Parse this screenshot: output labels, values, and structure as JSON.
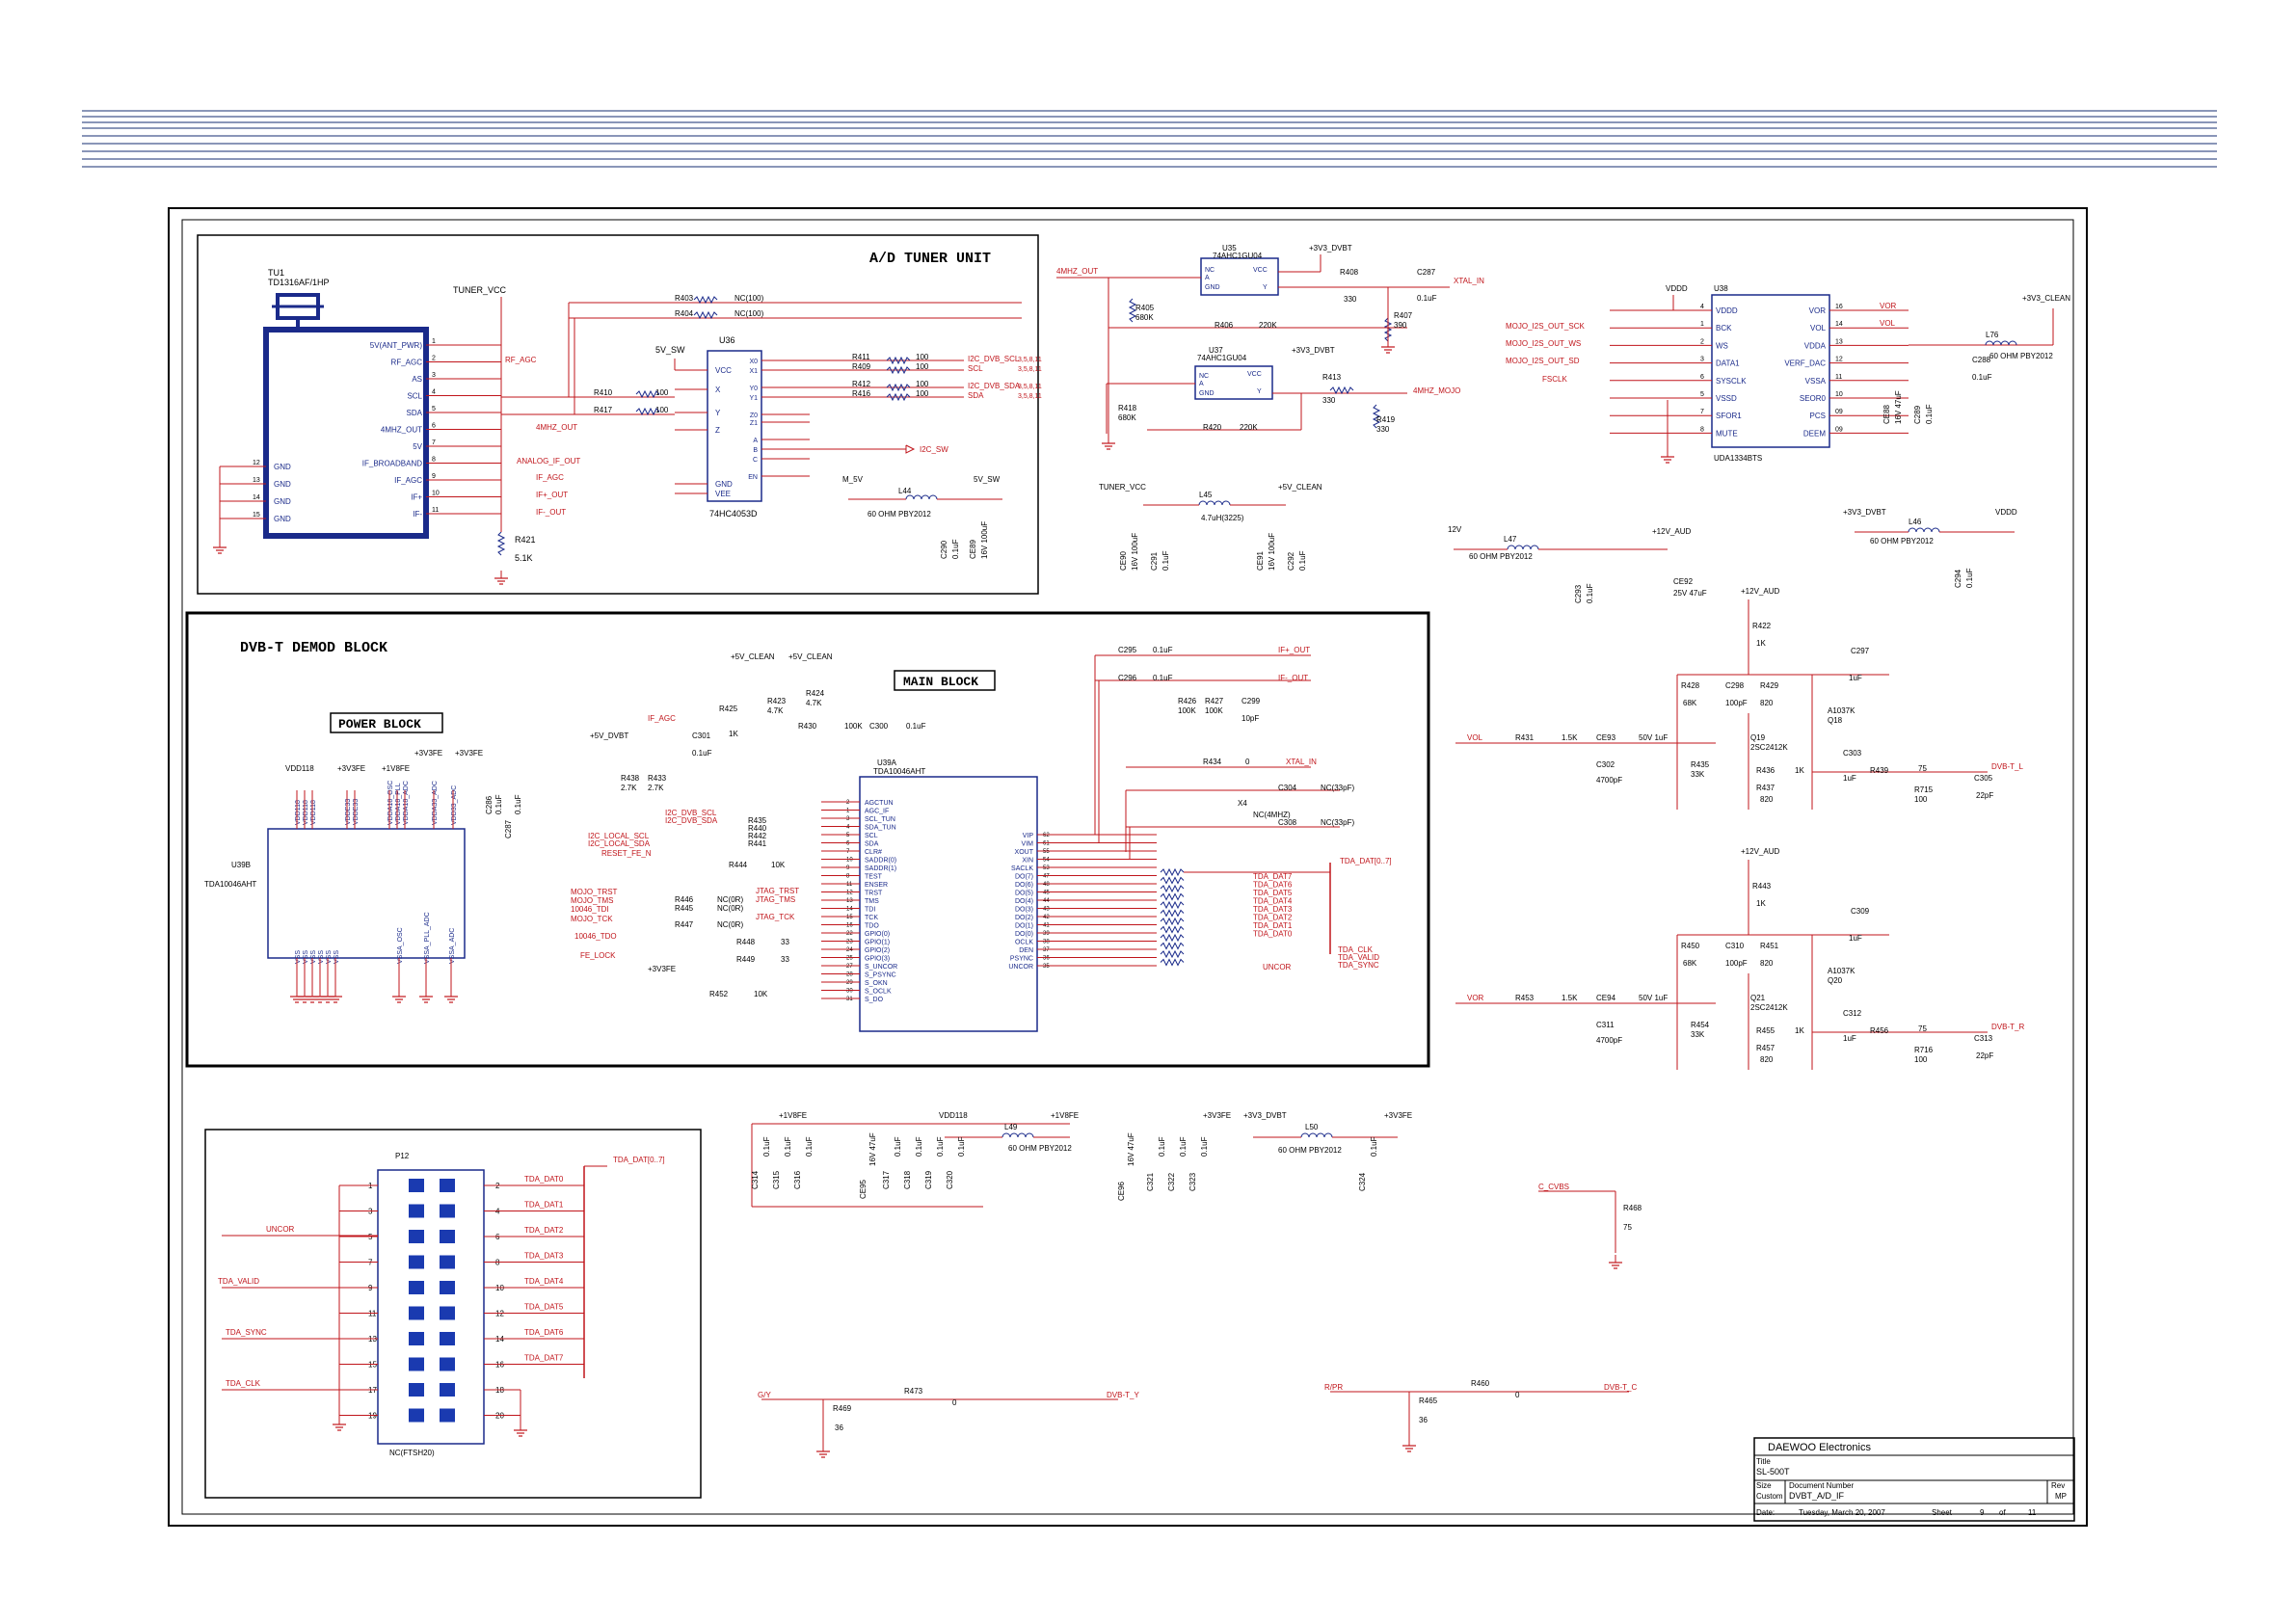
{
  "blocks": {
    "tuner": "A/D TUNER UNIT",
    "demod": "DVB-T DEMOD BLOCK",
    "power": "POWER BLOCK",
    "main": "MAIN BLOCK"
  },
  "colors": {
    "wire": "#c0151b",
    "part": "#1a2a8a",
    "text": "#000000",
    "frame": "#000000"
  },
  "tuner": {
    "ref": "TU1",
    "part": "TD1316AF/1HP",
    "pins_left": [
      "5V(ANT_PWR)",
      "RF_AGC",
      "AS",
      "SCL",
      "SDA",
      "4MHZ_OUT",
      "5V",
      "IF_BROADBAND",
      "IF_AGC",
      "IF+",
      "IF-"
    ],
    "pin_numbers_left": [
      "1",
      "2",
      "3",
      "4",
      "5",
      "6",
      "7",
      "8",
      "9",
      "10",
      "11"
    ],
    "gnd_pins": [
      "GND",
      "GND",
      "GND",
      "GND"
    ],
    "gnd_numbers": [
      "12",
      "13",
      "14",
      "15"
    ],
    "nets": [
      "RF_AGC",
      "4MHZ_OUT",
      "ANALOG_IF_OUT",
      "IF_AGC",
      "IF+_OUT",
      "IF-_OUT"
    ],
    "tuner_vcc": "TUNER_VCC",
    "r421": "R421",
    "r421v": "5.1K"
  },
  "u36": {
    "ref": "U36",
    "part": "74HC4053D",
    "pins": [
      "VCC",
      "X",
      "Y",
      "Z",
      "GND",
      "VEE",
      "X0",
      "X1",
      "Y0",
      "Y1",
      "Z0",
      "Z1",
      "A",
      "B",
      "C",
      "EN"
    ],
    "r403": "R403",
    "r403v": "NC(100)",
    "r404": "R404",
    "r404v": "NC(100)",
    "r410": "R410",
    "r417": "R417",
    "v100": "100",
    "r411": "R411",
    "r409": "R409",
    "r412": "R412",
    "r416": "R416",
    "i2c_dvb_scl": "I2C_DVB_SCL",
    "scl": "SCL",
    "i2c_dvb_sda": "I2C_DVB_SDA",
    "sda": "SDA",
    "i2c_sw": "I2C_SW",
    "sheet_refs": "3,5,8,11",
    "sw5v": "5V_SW"
  },
  "osc": {
    "u35": "U35",
    "u35p": "74AHC1GU04",
    "u37": "U37",
    "u37p": "74AHC1GU04",
    "vdvbt": "+3V3_DVBT",
    "r408": "R408",
    "r408v": "330",
    "c287": "C287",
    "c287v": "0.1uF",
    "r405": "R405",
    "r405v": "680K",
    "r406": "R406",
    "r406v": "220K",
    "r407": "R407",
    "r407v": "390",
    "xtal_in": "XTAL_IN",
    "mhz_out": "4MHZ_OUT",
    "r418": "R418",
    "r418v": "680K",
    "r413": "R413",
    "r413v": "330",
    "r419": "R419",
    "r419v": "330",
    "r420": "R420",
    "r420v": "220K",
    "mhz_mojo": "4MHZ_MOJO",
    "nc": "NC",
    "gnd": "GND",
    "vcc": "VCC",
    "a": "A",
    "y": "Y"
  },
  "dac": {
    "ref": "U38",
    "part": "UDA1334BTS",
    "vddd": "VDDD",
    "v3clean": "+3V3_CLEAN",
    "pins_left": [
      "VDDD",
      "BCK",
      "WS",
      "DATA1",
      "SYSCLK",
      "VSSD",
      "SFOR1",
      "MUTE"
    ],
    "pins_left_no": [
      "4",
      "1",
      "2",
      "3",
      "6",
      "5",
      "7",
      "8"
    ],
    "pins_right": [
      "VOR",
      "VOL",
      "VDDA",
      "VERF_DAC",
      "VSSA",
      "SEOR0",
      "PCS",
      "DEEM"
    ],
    "pins_right_no": [
      "16",
      "14",
      "13",
      "12",
      "11",
      "10",
      "09",
      "09"
    ],
    "nets_in": [
      "MOJO_I2S_OUT_SCK",
      "MOJO_I2S_OUT_WS",
      "MOJO_I2S_OUT_SD",
      "FSCLK"
    ],
    "vor": "VOR",
    "vol": "VOL",
    "l76": "L76",
    "l76v": "60 OHM PBY2012",
    "c288": "C288",
    "c288v": "0.1uF",
    "ce88": "CE88",
    "ce88v": "16V 47uF",
    "c289": "C289",
    "c289v": "0.1uF"
  },
  "filters": {
    "m5v": "M_5V",
    "l44": "L44",
    "l44v": "60 OHM PBY2012",
    "c290": "C290",
    "c290v": "0.1uF",
    "ce89": "CE89",
    "ce89v": "16V 100uF",
    "tvcc": "TUNER_VCC",
    "l45": "L45",
    "l45v": "4.7uH(3225)",
    "v5clean": "+5V_CLEAN",
    "ce90": "CE90",
    "ce90v": "16V 100uF",
    "c291": "C291",
    "c291v": "0.1uF",
    "ce91": "CE91",
    "ce91v": "16V 100uF",
    "c292": "C292",
    "c292v": "0.1uF",
    "v12": "12V",
    "l47": "L47",
    "l47v": "60 OHM PBY2012",
    "v12aud": "+12V_AUD",
    "c293": "C293",
    "c293v": "0.1uF",
    "ce92": "CE92",
    "ce92v": "25V 47uF",
    "l46": "L46",
    "l46v": "60 OHM PBY2012",
    "c294": "C294",
    "c294v": "0.1uF"
  },
  "demod": {
    "u39a": "U39A",
    "u39ap": "TDA10046AHT",
    "u39b": "U39B",
    "u39bp": "TDA10046AHT",
    "pins_l": [
      "AGCTUN",
      "AGC_IF",
      "SCL_TUN",
      "SDA_TUN",
      "SCL",
      "SDA",
      "CLR#",
      "SADDR(0)",
      "SADDR(1)",
      "TEST",
      "ENSER",
      "TRST",
      "TMS",
      "TDI",
      "TCK",
      "TDO",
      "GPIO(0)",
      "GPIO(1)",
      "GPIO(2)",
      "GPIO(3)",
      "S_UNCOR",
      "S_PSYNC",
      "S_OKN",
      "S_OCLK",
      "S_DO"
    ],
    "pins_l_no": [
      "2",
      "1",
      "3",
      "4",
      "5",
      "6",
      "7",
      "10",
      "9",
      "8",
      "11",
      "12",
      "13",
      "14",
      "15",
      "16",
      "22",
      "23",
      "24",
      "25",
      "27",
      "28",
      "29",
      "30",
      "31"
    ],
    "pins_r": [
      "VIP",
      "VIM",
      "XOUT",
      "XIN",
      "SACLK",
      "DO(7)",
      "DO(6)",
      "DO(5)",
      "DO(4)",
      "DO(3)",
      "DO(2)",
      "DO(1)",
      "DO(0)",
      "OCLK",
      "DEN",
      "PSYNC",
      "UNCOR"
    ],
    "pins_r_no": [
      "62",
      "61",
      "55",
      "54",
      "53",
      "47",
      "48",
      "45",
      "44",
      "43",
      "42",
      "41",
      "39",
      "38",
      "37",
      "36",
      "35"
    ],
    "pwr_top": [
      "VDD118",
      "VDD118",
      "VDD118",
      "VDDE33",
      "VDDE33",
      "VDDA18_OSC",
      "VDDA18_PLL",
      "VDDA18_ADC",
      "VDDA33_ADC",
      "VDD33_ADC"
    ],
    "pwr_bot": [
      "VSS",
      "VSS",
      "VSS",
      "VSS",
      "VSS",
      "VSS",
      "VSSA_OSC",
      "VSSA_PLL_ADC",
      "VSSA_ADC"
    ],
    "vdd118": "VDD118",
    "v3fe": "+3V3FE",
    "v18fe": "+1V8FE",
    "v5dvbt": "+5V_DVBT",
    "v5clean": "+5V_CLEAN",
    "if_agc": "IF_AGC",
    "r425": "R425",
    "r425v": "1K",
    "r423": "R423",
    "r423v": "4.7K",
    "r424": "R424",
    "r424v": "4.7K",
    "c301": "C301",
    "c301v": "0.1uF",
    "r438": "R438",
    "r438v": "2.7K",
    "r433": "R433",
    "r433v": "2.7K",
    "r430": "R430",
    "r430v": "100K",
    "c300": "C300",
    "c300v": "0.1uF",
    "i2c_scl": "I2C_DVB_SCL",
    "i2c_sda": "I2C_DVB_SDA",
    "loc_scl": "I2C_LOCAL_SCL",
    "loc_sda": "I2C_LOCAL_SDA",
    "reset": "RESET_FE_N",
    "r435": "R435",
    "r440": "R440",
    "r442": "R442",
    "r441": "R441",
    "r444": "R444",
    "r444v": "10K",
    "mojo": [
      "MOJO_TRST",
      "MOJO_TMS",
      "10046_TDI",
      "MOJO_TCK",
      "10046_TDO",
      "FE_LOCK"
    ],
    "jtag": [
      "JTAG_TRST",
      "JTAG_TMS",
      "JTAG_TCK"
    ],
    "r446": "R446",
    "r445": "R445",
    "r447": "R447",
    "ncr": "NC(0R)",
    "r448": "R448",
    "r449": "R449",
    "r448v": "33",
    "r452": "R452",
    "r452v": "10K",
    "c295": "C295",
    "c295v": "0.1uF",
    "c296": "C296",
    "c296v": "0.1uF",
    "ifp": "IF+_OUT",
    "ifm": "IF-_OUT",
    "r426": "R426",
    "r426v": "100K",
    "r427": "R427",
    "r427v": "100K",
    "c299": "C299",
    "c299v": "10pF",
    "r434": "R434",
    "r434v": "0",
    "xtal": "XTAL_IN",
    "c304": "C304",
    "c304v": "NC(33pF)",
    "x4": "X4",
    "x4v": "NC(4MHZ)",
    "c308": "C308",
    "c308v": "NC(33pF)",
    "tda_bus": "TDA_DAT[0..7]",
    "tda_dat": [
      "TDA_DAT7",
      "TDA_DAT6",
      "TDA_DAT5",
      "TDA_DAT4",
      "TDA_DAT3",
      "TDA_DAT2",
      "TDA_DAT1",
      "TDA_DAT0"
    ],
    "tda_ctrl": [
      "TDA_CLK",
      "TDA_VALID",
      "TDA_SYNC",
      "UNCOR"
    ],
    "c286": "C286",
    "c286v": "0.1uF",
    "c287b": "C287",
    "c287bv": "0.1uF"
  },
  "audio": {
    "l": {
      "vol": "VOL",
      "r431": "R431",
      "r431v": "1.5K",
      "ce93": "CE93",
      "ce93v": "50V 1uF",
      "c302": "C302",
      "c302v": "4700pF",
      "r435": "R435",
      "r435v": "33K",
      "r422": "R422",
      "r422v": "1K",
      "c297": "C297",
      "c297v": "1uF",
      "r428": "R428",
      "r428v": "68K",
      "c298": "C298",
      "c298v": "100pF",
      "r429": "R429",
      "r429v": "820",
      "q18": "Q18",
      "q18p": "A1037K",
      "q19": "Q19",
      "q19p": "2SC2412K",
      "r436": "R436",
      "r436v": "1K",
      "r437": "R437",
      "r437v": "820",
      "c303": "C303",
      "c303v": "1uF",
      "r439": "R439",
      "r439v": "75",
      "r715": "R715",
      "r715v": "100",
      "c305": "C305",
      "c305v": "22pF",
      "out": "DVB-T_L"
    },
    "r": {
      "vor": "VOR",
      "r453": "R453",
      "r453v": "1.5K",
      "ce94": "CE94",
      "ce94v": "50V 1uF",
      "c311": "C311",
      "c311v": "4700pF",
      "r454": "R454",
      "r454v": "33K",
      "r443": "R443",
      "r443v": "1K",
      "c309": "C309",
      "c309v": "1uF",
      "r450": "R450",
      "r450v": "68K",
      "c310": "C310",
      "c310v": "100pF",
      "r451": "R451",
      "r451v": "820",
      "q20": "Q20",
      "q20p": "A1037K",
      "q21": "Q21",
      "q21p": "2SC2412K",
      "r455": "R455",
      "r455v": "1K",
      "r457": "R457",
      "r457v": "820",
      "c312": "C312",
      "c312v": "1uF",
      "r456": "R456",
      "r456v": "75",
      "r716": "R716",
      "r716v": "100",
      "c313": "C313",
      "c313v": "22pF",
      "out": "DVB-T_R"
    },
    "v12aud": "+12V_AUD"
  },
  "connector": {
    "ref": "P12",
    "part": "NC(FTSH20)",
    "bus": "TDA_DAT[0..7]",
    "left_nets": [
      "UNCOR",
      "TDA_VALID",
      "TDA_SYNC",
      "TDA_CLK"
    ],
    "right_nets": [
      "TDA_DAT0",
      "TDA_DAT1",
      "TDA_DAT2",
      "TDA_DAT3",
      "TDA_DAT4",
      "TDA_DAT5",
      "TDA_DAT6",
      "TDA_DAT7"
    ],
    "odd": [
      "1",
      "3",
      "5",
      "7",
      "9",
      "11",
      "13",
      "15",
      "17",
      "19"
    ],
    "even": [
      "2",
      "4",
      "6",
      "8",
      "10",
      "12",
      "14",
      "16",
      "18",
      "20"
    ]
  },
  "bottom_caps": {
    "v18fe": "+1V8FE",
    "caps1": [
      "C314",
      "C315",
      "C316"
    ],
    "ce95": "CE95",
    "ce95v": "16V 47uF",
    "vdd118": "VDD118",
    "caps2": [
      "C317",
      "C318",
      "C319",
      "C320"
    ],
    "l49": "L49",
    "l49v": "60 OHM PBY2012",
    "v3fe": "+3V3FE",
    "ce96": "CE96",
    "ce96v": "16V 47uF",
    "caps3": [
      "C321",
      "C322",
      "C323"
    ],
    "v3dvbt": "+3V3_DVBT",
    "l50": "L50",
    "l50v": "60 OHM PBY2012",
    "c324": "C324",
    "v01": "0.1uF"
  },
  "cvbs": {
    "c_cvbs": "C_CVBS",
    "r468": "R468",
    "r468v": "75",
    "gy": "G/Y",
    "r473": "R473",
    "r473v": "0",
    "r469": "R469",
    "r469v": "36",
    "dvbt_y": "DVB-T_Y",
    "rpr": "R/PR",
    "r460": "R460",
    "r460v": "0",
    "r465": "R465",
    "r465v": "36",
    "dvbt_c": "DVB-T_C"
  },
  "titleblock": {
    "company": "DAEWOO Electronics",
    "title_lbl": "Title",
    "title": "SL-500T",
    "size_lbl": "Size",
    "size": "Custom",
    "docnum_lbl": "Document Number",
    "docnum": "DVBT_A/D_IF",
    "rev_lbl": "Rev",
    "rev": "MP",
    "date_lbl": "Date:",
    "date": "Tuesday, March 20, 2007",
    "sheet_lbl": "Sheet",
    "sheet": "9",
    "of_lbl": "of",
    "of": "11"
  }
}
